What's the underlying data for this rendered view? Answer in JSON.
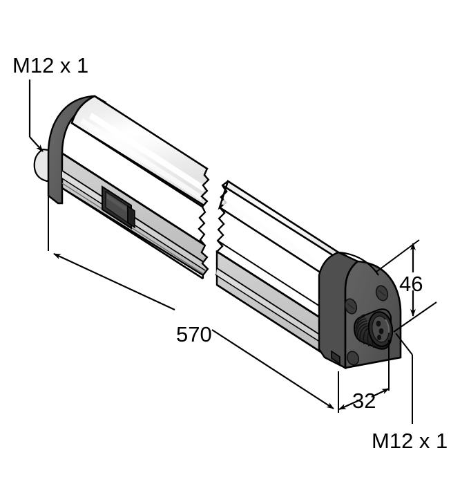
{
  "drawing": {
    "type": "technical-dimension-drawing",
    "subject": "LED light bar / machine work light",
    "view": "isometric",
    "background_color": "#ffffff",
    "line_color": "#000000",
    "labels": {
      "left_connector": "M12 x 1",
      "right_connector": "M12 x 1"
    },
    "dimensions": {
      "length": "570",
      "height": "46",
      "depth": "32"
    },
    "colors": {
      "end_cap": "#595959",
      "end_cap_dark": "#4a4a4a",
      "lens_light": "#f2f2f2",
      "lens_highlight": "#ffffff",
      "body_mid": "#d9d9d9",
      "body_dark": "#bfbfbf",
      "switch": "#3d3d3d",
      "outline": "#000000"
    },
    "features": {
      "rocker_switch": "rocker-switch",
      "break_line": "break-line-zigzag",
      "screws": 2,
      "connector_threads": 9
    }
  }
}
